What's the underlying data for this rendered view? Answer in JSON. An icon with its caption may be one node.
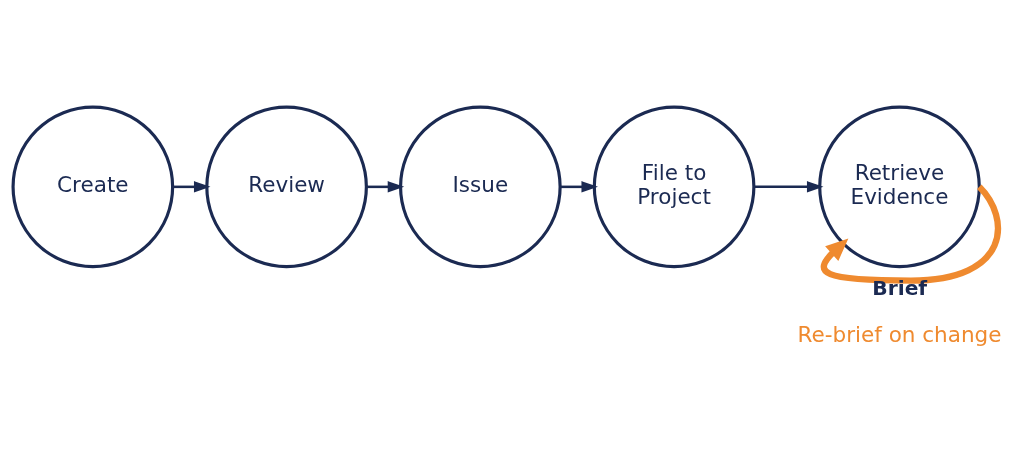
{
  "diagram": {
    "nodes": [
      {
        "text": [
          "Create"
        ]
      },
      {
        "text": [
          "Review"
        ]
      },
      {
        "text": [
          "Issue"
        ]
      },
      {
        "text": [
          "File to Project"
        ]
      },
      {
        "text": [
          "Retrieve Evidence"
        ]
      }
    ],
    "edges": [
      {
        "from": 0,
        "to": 1,
        "arrow": "to"
      },
      {
        "from": 1,
        "to": 2,
        "arrow": "to"
      },
      {
        "from": 2,
        "to": 3,
        "arrow": "to"
      },
      {
        "from": 3,
        "to": 4,
        "arrow": "to"
      },
      {
        "from": 4,
        "to": 4,
        "arrow": "to",
        "label": "Brief",
        "style": "thick",
        "color": "#ef8a2f"
      }
    ],
    "labels": [
      "Re-brief on change"
    ]
  }
}
